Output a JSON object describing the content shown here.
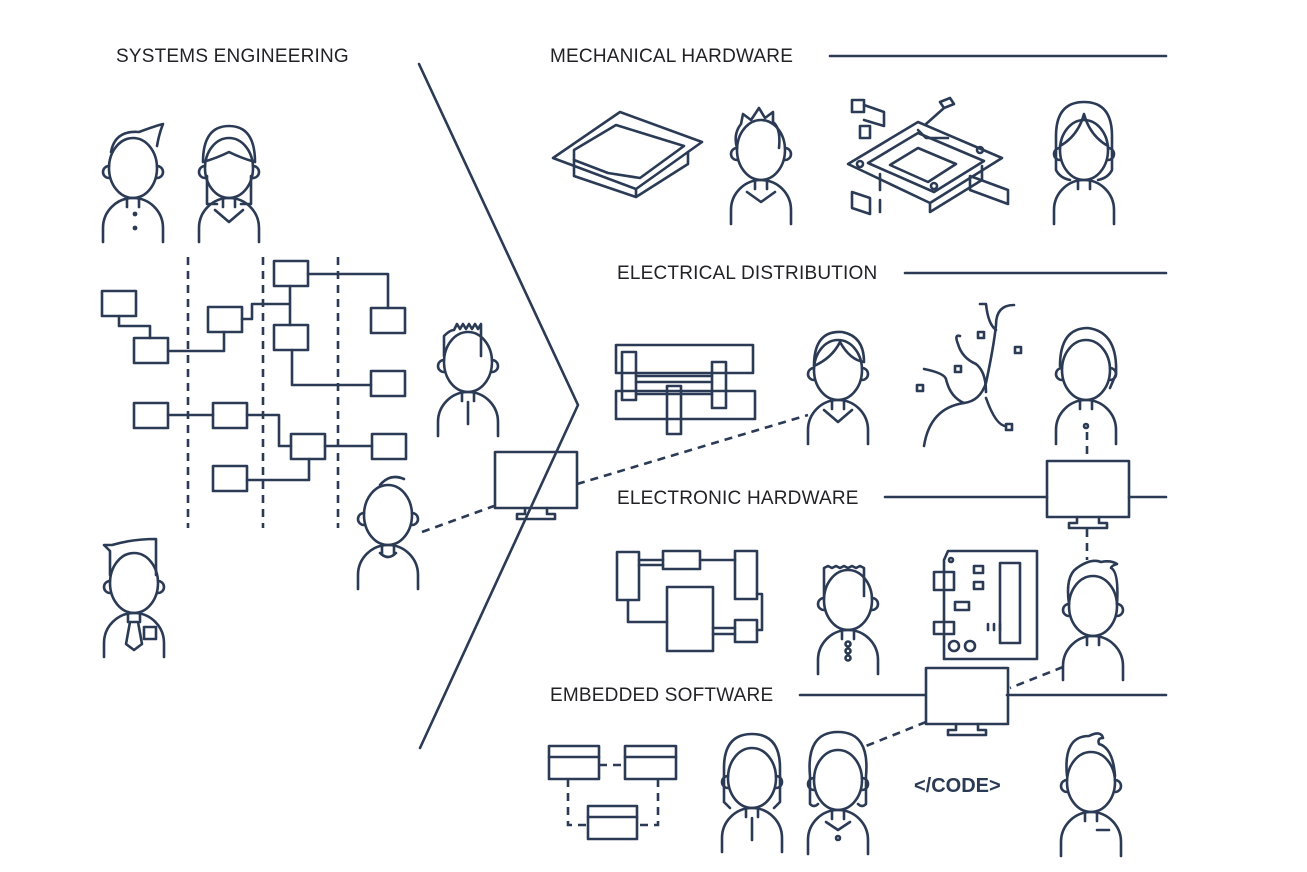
{
  "colors": {
    "stroke": "#2b3a55",
    "text": "#222226",
    "background": "#ffffff"
  },
  "sections": [
    {
      "id": "systems",
      "title": "SYSTEMS ENGINEERING"
    },
    {
      "id": "mechanical",
      "title": "MECHANICAL HARDWARE"
    },
    {
      "id": "electrical",
      "title": "ELECTRICAL DISTRIBUTION"
    },
    {
      "id": "electronic",
      "title": "ELECTRONIC HARDWARE"
    },
    {
      "id": "embedded",
      "title": "EMBEDDED SOFTWARE"
    }
  ],
  "code_text": "</CODE>",
  "icons": {
    "systems": [
      "person-male-icon",
      "person-female-icon",
      "block-diagram-icon",
      "person-spiky-hair-icon",
      "person-engineer-icon",
      "person-tie-icon"
    ],
    "mechanical": [
      "enclosure-tray-icon",
      "person-spiky-hair-icon",
      "exploded-enclosure-icon",
      "person-long-hair-icon"
    ],
    "electrical": [
      "wire-harness-frame-icon",
      "person-ponytail-icon",
      "cable-bundle-icon",
      "person-side-hair-icon"
    ],
    "electronic": [
      "circuit-block-icon",
      "person-flat-top-icon",
      "pcb-board-icon",
      "person-swoop-hair-icon"
    ],
    "embedded": [
      "software-blocks-icon",
      "person-long-hair-icon",
      "person-curly-hair-icon",
      "code-icon",
      "person-side-part-icon"
    ],
    "connectors": [
      "monitor-icon",
      "monitor-icon",
      "monitor-icon"
    ]
  }
}
